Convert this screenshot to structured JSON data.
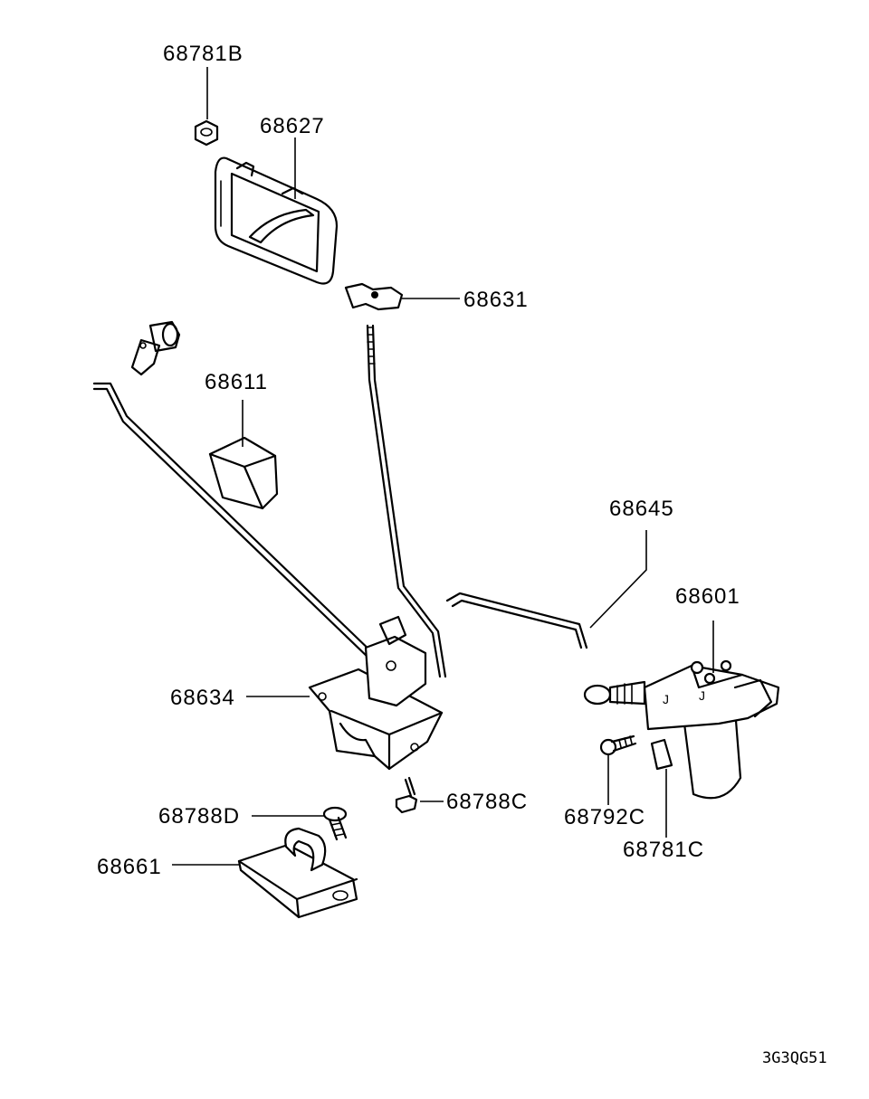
{
  "diagram_code": "3G3QG51",
  "parts": {
    "nut_upper": "68781B",
    "handle": "68627",
    "clip_upper": "68631",
    "pad": "68611",
    "rod_lever": "68645",
    "actuator": "68601",
    "latch": "68634",
    "screw_right": "68788C",
    "bolt": "68792C",
    "clip_lower": "68781C",
    "screw_left": "68788D",
    "striker": "68661"
  },
  "colors": {
    "ink": "#000000",
    "paper": "#ffffff"
  }
}
